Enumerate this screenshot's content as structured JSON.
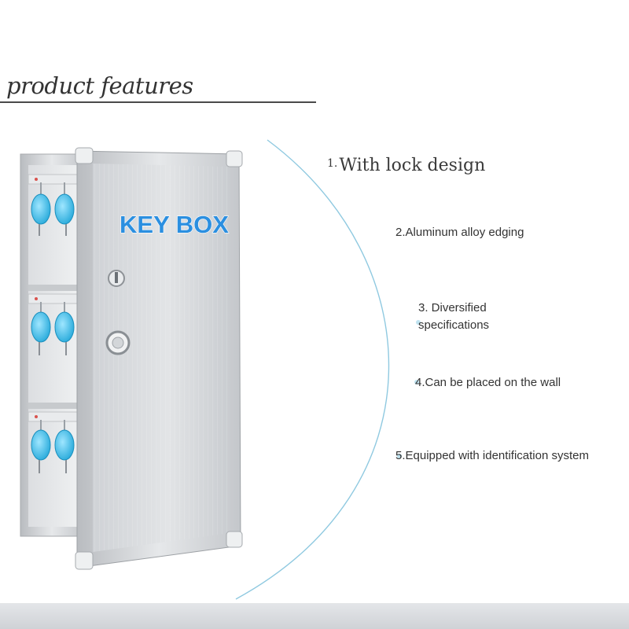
{
  "header": {
    "title": "product features"
  },
  "features": [
    {
      "text": "1. With lock design",
      "number": "1.",
      "label": "With lock design"
    },
    {
      "text": "2.Aluminum alloy edging"
    },
    {
      "line1": "3. Diversified",
      "line2": "specifications"
    },
    {
      "text": "4.Can be placed on the wall"
    },
    {
      "text": "5.Equipped with identification system"
    }
  ],
  "product": {
    "brand_label": "KEY BOX"
  },
  "colors": {
    "arc": "#8fc9e0",
    "brand_blue": "#2b8fe0",
    "tag_blue": "#3fbde6",
    "aluminum": "#d4d6d9"
  }
}
